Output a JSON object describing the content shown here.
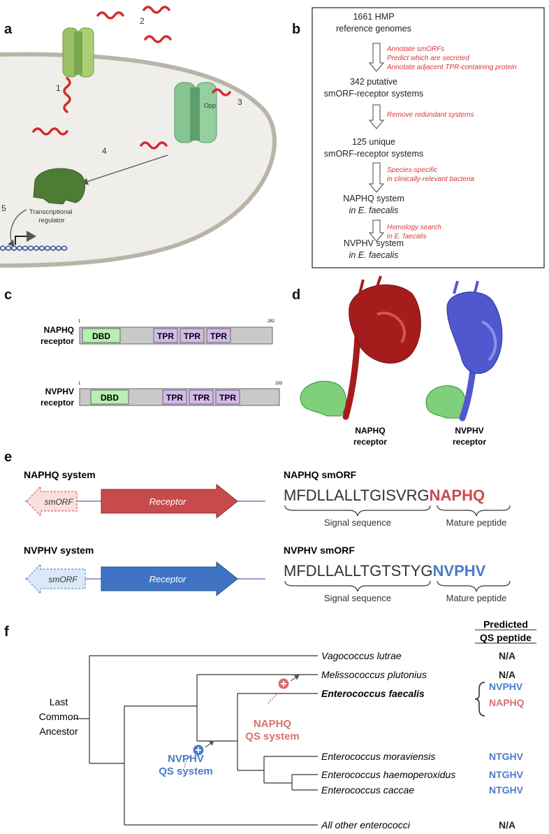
{
  "panels": {
    "a": "a",
    "b": "b",
    "c": "c",
    "d": "d",
    "e": "e",
    "f": "f"
  },
  "panel_a": {
    "labels": [
      "1",
      "2",
      "3",
      "4",
      "5"
    ],
    "opp": "Opp",
    "regulator": [
      "Transcriptional",
      "regulator"
    ]
  },
  "panel_b": {
    "steps": [
      [
        "1661 HMP",
        "reference genomes"
      ],
      [
        "342 putative",
        "smORF-receptor systems"
      ],
      [
        "125 unique",
        "smORF-receptor systems"
      ],
      [
        "NAPHQ system",
        "in E. faecalis"
      ],
      [
        "NVPHV system",
        "in E. faecalis"
      ]
    ],
    "notes": [
      [
        "Annotate smORFs",
        "Predict which are secreted",
        "Annotate adjacent TPR-containing protein"
      ],
      [
        "Remove redundant systems"
      ],
      [
        "Species-specific",
        "in clinically-relevant bacteria"
      ],
      [
        "Homology search",
        "in E. faecalis"
      ]
    ]
  },
  "panel_c": {
    "receptors": [
      {
        "name": [
          "NAPHQ",
          "receptor"
        ],
        "start": "1",
        "end": "282",
        "domains": [
          "DBD",
          "TPR",
          "TPR",
          "TPR"
        ]
      },
      {
        "name": [
          "NVPHV",
          "receptor"
        ],
        "start": "1",
        "end": "293",
        "domains": [
          "DBD",
          "TPR",
          "TPR",
          "TPR"
        ]
      }
    ]
  },
  "panel_d": {
    "labels": [
      [
        "NAPHQ",
        "receptor"
      ],
      [
        "NVPHV",
        "receptor"
      ]
    ],
    "colors": {
      "naphq": "#a61c1c",
      "nvphv": "#5058d0",
      "dbd": "#7fd07a"
    }
  },
  "panel_e": {
    "systems": [
      {
        "title": "NAPHQ system",
        "smorf": "smORF",
        "receptor": "Receptor",
        "orf_title": "NAPHQ smORF",
        "signal": "MFDLLALLTGISVRG",
        "mature": "NAPHQ",
        "signal_label": "Signal sequence",
        "mature_label": "Mature peptide",
        "color": "#c94a4a"
      },
      {
        "title": "NVPHV system",
        "smorf": "smORF",
        "receptor": "Receptor",
        "orf_title": "NVPHV smORF",
        "signal": "MFDLLALLTGTSTYG",
        "mature": "NVPHV",
        "signal_label": "Signal sequence",
        "mature_label": "Mature peptide",
        "color": "#4a7cc9"
      }
    ]
  },
  "panel_f": {
    "header": [
      "Predicted",
      "QS peptide"
    ],
    "root": [
      "Last",
      "Common",
      "Ancestor"
    ],
    "taxa": [
      {
        "name": "Vagococcus lutrae",
        "peptide": "N/A"
      },
      {
        "name": "Melissococcus plutonius",
        "peptide": "N/A"
      },
      {
        "name": "Enterococcus faecalis",
        "peptide": "NVPHV",
        "peptide2": "NAPHQ"
      },
      {
        "name": "Enterococcus moraviensis",
        "peptide": "NTGHV"
      },
      {
        "name": "Enterococcus haemoperoxidus",
        "peptide": "NTGHV"
      },
      {
        "name": "Enterococcus caccae",
        "peptide": "NTGHV"
      },
      {
        "name": "All other enterococci",
        "peptide": "N/A"
      }
    ],
    "events": [
      {
        "label": [
          "NAPHQ",
          "QS system"
        ],
        "color": "#d97070"
      },
      {
        "label": [
          "NVPHV",
          "QS system"
        ],
        "color": "#4a7cc9"
      }
    ]
  }
}
